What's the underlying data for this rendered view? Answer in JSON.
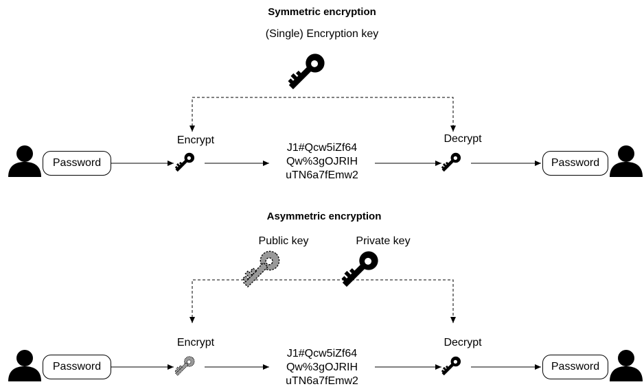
{
  "symmetric": {
    "title": "Symmetric encryption",
    "key_label": "(Single) Encryption key",
    "encrypt_label": "Encrypt",
    "decrypt_label": "Decrypt",
    "left_box": "Password",
    "right_box": "Password",
    "ciphertext": [
      "J1#Qcw5iZf64",
      "Qw%3gOJRIH",
      "uTN6a7fEmw2"
    ]
  },
  "asymmetric": {
    "title": "Asymmetric encryption",
    "public_key_label": "Public key",
    "private_key_label": "Private key",
    "encrypt_label": "Encrypt",
    "decrypt_label": "Decrypt",
    "left_box": "Password",
    "right_box": "Password",
    "ciphertext": [
      "J1#Qcw5iZf64",
      "Qw%3gOJRIH",
      "uTN6a7fEmw2"
    ]
  },
  "colors": {
    "private_key": "#000000",
    "public_key": "#999999"
  },
  "icons": [
    "user-icon",
    "key-icon"
  ]
}
